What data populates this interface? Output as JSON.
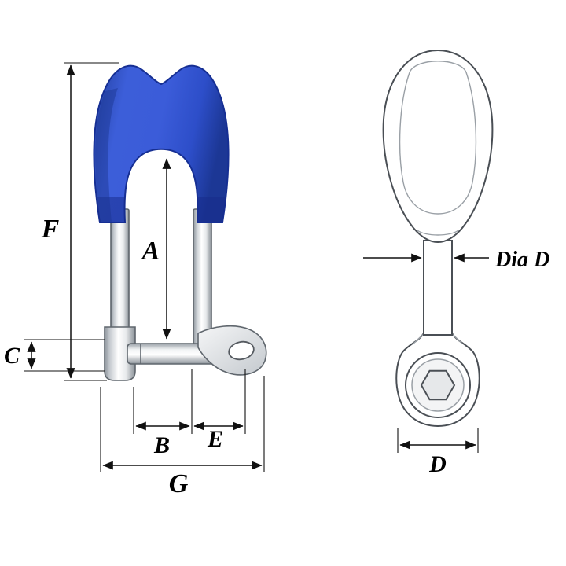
{
  "diagram": {
    "background": "#ffffff",
    "subject": "thimble-shackle-dimension-drawing",
    "colors": {
      "page_bg": "#ffffff",
      "thimble_blue": "#3b5cd9",
      "thimble_blue_dark": "#162f93",
      "outline_gray": "#5f666d",
      "dimension_line": "#111111",
      "label_color": "#000000"
    },
    "front_view": {
      "labels": {
        "F": "F",
        "A": "A",
        "C": "C",
        "B": "B",
        "E": "E",
        "G": "G"
      }
    },
    "side_view": {
      "labels": {
        "dia_d": "Dia D",
        "d": "D"
      }
    }
  }
}
